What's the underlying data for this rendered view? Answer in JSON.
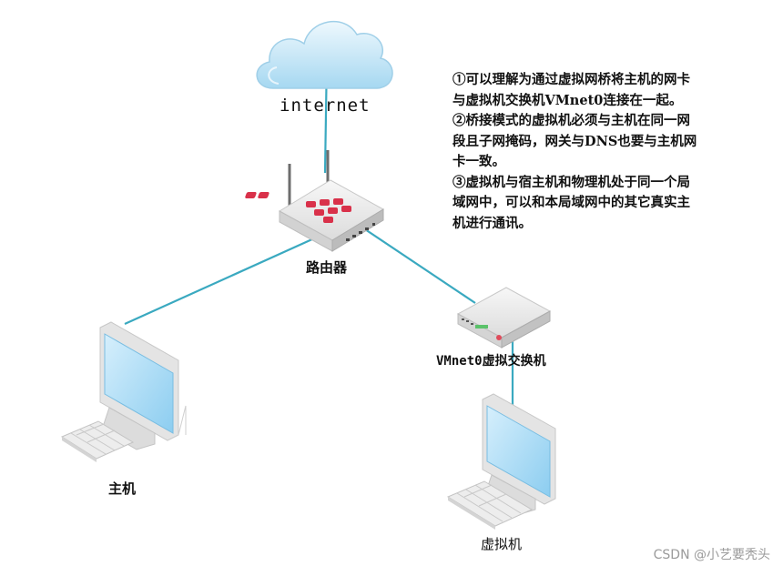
{
  "nodes": {
    "internet": "internet",
    "router": "路由器",
    "vmnet": "VMnet0虚拟交换机",
    "host": "主机",
    "vm": "虚拟机"
  },
  "notes": [
    "①可以理解为通过虚拟网桥将主机的网卡",
    "与虚拟机交换机VMnet0连接在一起。",
    "②桥接模式的虚拟机必须与主机在同一网",
    "段且子网掩码，网关与DNS也要与主机网",
    "卡一致。",
    "③虚拟机与宿主机和物理机处于同一个局",
    "域网中，可以和本局域网中的其它真实主",
    "机进行通讯。"
  ],
  "watermark": "CSDN @小艺要秃头",
  "colors": {
    "link": "#3aa9c0",
    "cloud": "#bfe4f6",
    "router_logo": "#d9314a",
    "screen": "#a9dcf6"
  },
  "icons": [
    "cloud-icon",
    "router-icon",
    "switch-icon",
    "monitor-icon",
    "keyboard-icon"
  ]
}
